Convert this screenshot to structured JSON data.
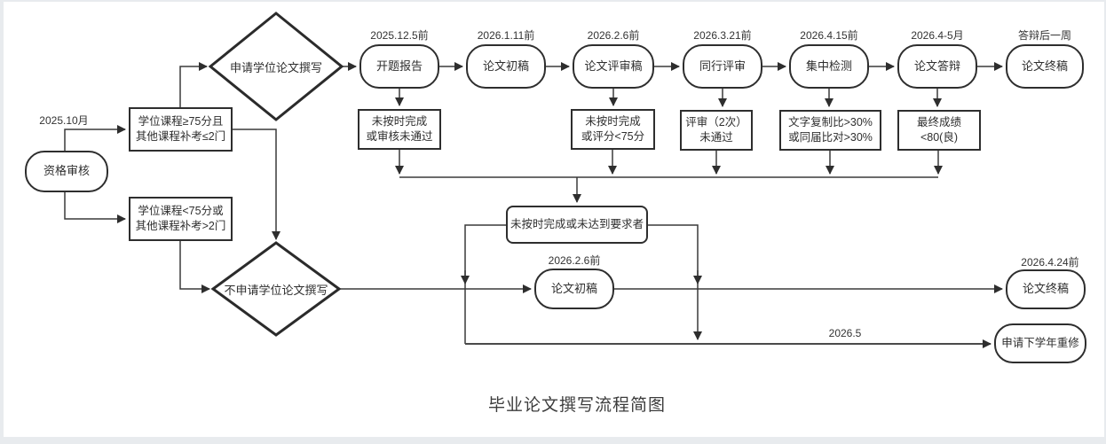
{
  "page": {
    "title": "毕业论文撰写流程简图"
  },
  "colors": {
    "canvas": "#ffffff",
    "page_background": "#e8ebee",
    "line": "#3a3a3a",
    "node_border": "#2e2e2e",
    "text": "#333333"
  },
  "start": {
    "label": "资格审核",
    "date_label": "2025.10月"
  },
  "decisions": {
    "apply": {
      "label": "申请学位论文撰写"
    },
    "not_apply": {
      "label": "不申请学位论文撰写"
    }
  },
  "qualification": {
    "pass": "学位课程≥75分且\n其他课程补考≤2门",
    "fail": "学位课程<75分或\n其他课程补考>2门"
  },
  "main_flow": [
    {
      "label": "开题报告",
      "date": "2025.12.5前"
    },
    {
      "label": "论文初稿",
      "date": "2026.1.11前"
    },
    {
      "label": "论文评审稿",
      "date": "2026.2.6前"
    },
    {
      "label": "同行评审",
      "date": "2026.3.21前"
    },
    {
      "label": "集中检测",
      "date": "2026.4.15前"
    },
    {
      "label": "论文答辩",
      "date": "2026.4-5月"
    },
    {
      "label": "论文终稿",
      "date": "答辩后一周"
    }
  ],
  "fail_conditions": [
    "未按时完成\n或审核未通过",
    "未按时完成\n或评分<75分",
    "评审（2次）\n未通过",
    "文字复制比>30%\n或同届比对>30%",
    "最终成绩\n<80(良)"
  ],
  "merge": {
    "label": "未按时完成或未达到要求者"
  },
  "retry_flow": {
    "draft": {
      "label": "论文初稿",
      "date": "2026.2.6前"
    },
    "final": {
      "label": "论文终稿",
      "date": "2026.4.24前"
    },
    "retake": {
      "label": "申请下学年重修",
      "date": "2026.5"
    }
  }
}
